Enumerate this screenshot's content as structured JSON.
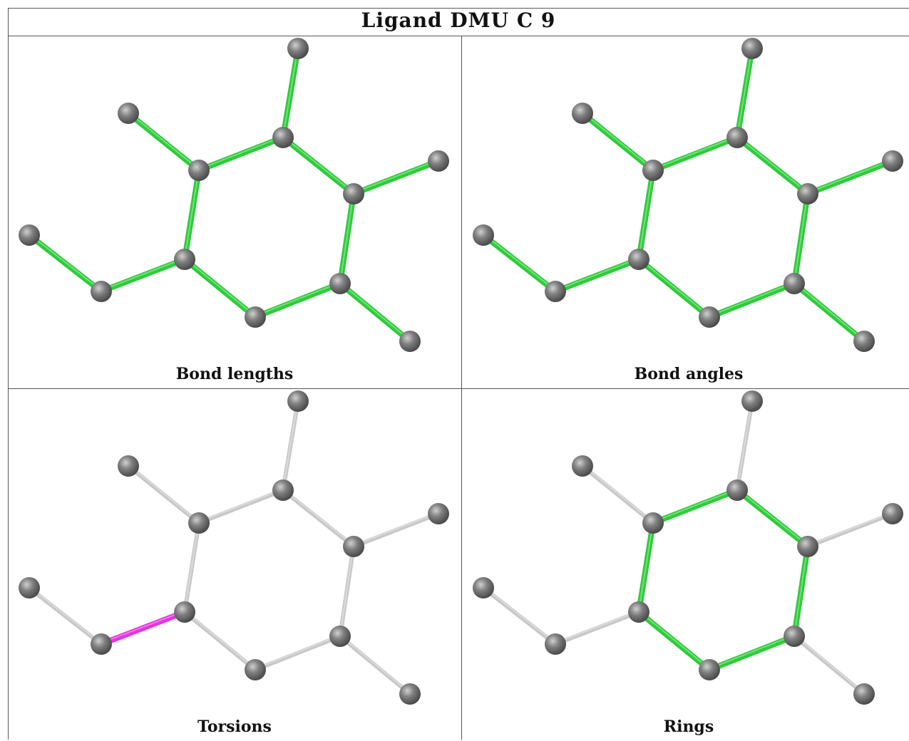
{
  "title": "Ligand DMU C 9",
  "colors": {
    "highlight_green": "#2ecc3a",
    "highlight_magenta": "#e633e0",
    "bond_gray": "#c8c8c8",
    "atom_gray": "#808080"
  },
  "panels": [
    {
      "caption": "Bond lengths",
      "highlight": "all-green"
    },
    {
      "caption": "Bond angles",
      "highlight": "all-green"
    },
    {
      "caption": "Torsions",
      "highlight": "one-magenta-bond"
    },
    {
      "caption": "Rings",
      "highlight": "ring-green"
    }
  ]
}
